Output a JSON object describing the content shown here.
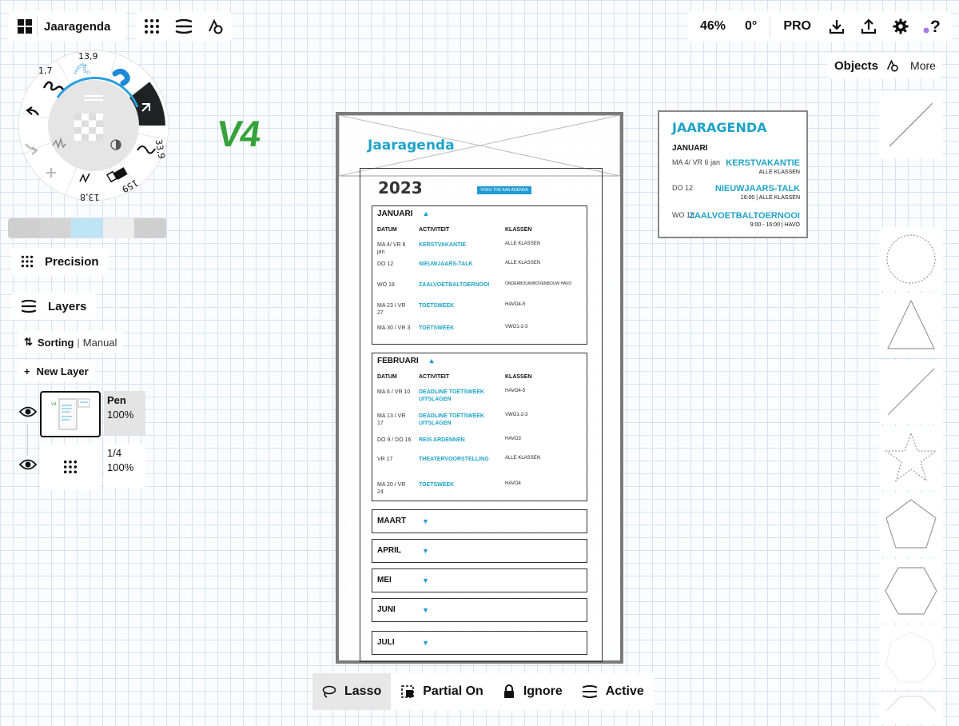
{
  "app": {
    "document_title": "Jaaragenda"
  },
  "top_bar": {
    "zoom": "46%",
    "rotation": "0°",
    "pro_label": "PRO",
    "objects_label": "Objects",
    "more_label": "More"
  },
  "tool_wheel": {
    "pen_size": "1,7",
    "airbrush_size": "13,9",
    "brush_size": "33,9",
    "eraser_size": "159",
    "pencil_size": "13,8"
  },
  "colors": {
    "accent": "#1e9ad6",
    "teal_text": "#1ea3c8",
    "v4_green": "#36a23a",
    "selection_dark": "#202224"
  },
  "left_panel": {
    "precision_label": "Precision",
    "layers_label": "Layers",
    "sorting_label": "Sorting",
    "sorting_value": "Manual",
    "new_layer_label": "New Layer",
    "layers": [
      {
        "name": "Pen",
        "opacity": "100%"
      },
      {
        "name": "1/4",
        "opacity": "100%"
      }
    ]
  },
  "canvas": {
    "version_label": "V4",
    "frame": {
      "title": "Jaaragenda",
      "year": "2023",
      "add_button": "VOEG TOE AAN AGENDA",
      "columns": {
        "date": "DATUM",
        "activity": "ACTIVITEIT",
        "classes": "KLASSEN"
      },
      "months_open": [
        {
          "name": "JANUARI",
          "rows": [
            {
              "date": "MA 4/ VR 6 jan",
              "activity": "KERSTVAKANTIE",
              "classes": "ALLE KLASSEN"
            },
            {
              "date": "DO 12",
              "activity": "NIEUWJAARS-TALK",
              "classes": "ALLE KLASSEN"
            },
            {
              "date": "WO 18",
              "activity": "ZAALVOETBALTOERNOOI",
              "classes": "ONDERBOUW/BOVENBOUW HAVO"
            },
            {
              "date": "MA 23 / VR 27",
              "activity": "TOETSWEEK",
              "classes": "HAVO4-5"
            },
            {
              "date": "MA 30 / VR 3",
              "activity": "TOETSWEEK",
              "classes": "VWO1-2-3"
            }
          ]
        },
        {
          "name": "FEBRUARI",
          "rows": [
            {
              "date": "MA 6 / VR 10",
              "activity": "DEADLINE TOETSWEEK UITSLAGEN",
              "classes": "HAVO4-5"
            },
            {
              "date": "MA 13 / VR 17",
              "activity": "DEADLINE TOETSWEEK UITSLAGEN",
              "classes": "VWO1-2-3"
            },
            {
              "date": "DO 9 / DO 16",
              "activity": "REIS ARDENNEN",
              "classes": "HAVO3"
            },
            {
              "date": "VR 17",
              "activity": "THEATERVOORSTELLING",
              "classes": "ALLE KLASSEN"
            },
            {
              "date": "MA 20 / VR 24",
              "activity": "TOETSWEEK",
              "classes": "HAVO4"
            }
          ]
        }
      ],
      "months_collapsed": [
        "MAART",
        "APRIL",
        "MEI",
        "JUNI",
        "JULI"
      ]
    },
    "card": {
      "title": "JAARAGENDA",
      "month": "JANUARI",
      "events": [
        {
          "date": "MA 4/ VR 6 jan",
          "name": "KERSTVAKANTIE",
          "sub": "ALLE KLASSEN"
        },
        {
          "date": "DO 12",
          "name": "NIEUWJAARS-TALK",
          "sub": "16:00 | ALLE KLASSEN"
        },
        {
          "date": "WO 18",
          "name": "ZAALVOETBALTOERNOOI",
          "sub": "9:00 - 16:00 | HAVO"
        }
      ]
    }
  },
  "bottom_bar": {
    "lasso_label": "Lasso",
    "partial_label": "Partial On",
    "ignore_label": "Ignore",
    "active_label": "Active"
  }
}
